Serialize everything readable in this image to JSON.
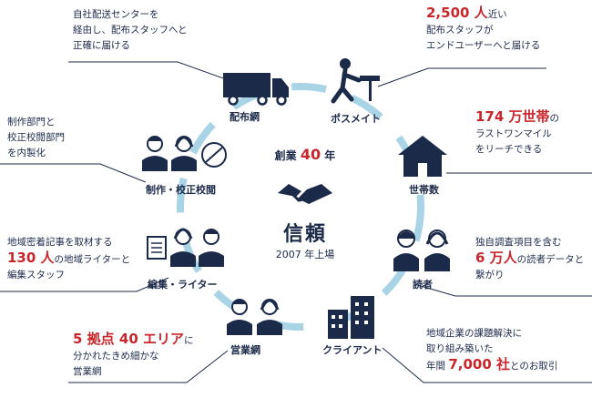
{
  "center": {
    "sogyo_pre": "創業 ",
    "sogyo_num": "40",
    "sogyo_post": " 年",
    "title": "信頼",
    "listing": "2007 年上場"
  },
  "nodes": {
    "haifu": "配布網",
    "posmate": "ポスメイト",
    "setai": "世帯数",
    "dokusha": "読者",
    "client": "クライアント",
    "eigyo": "営業網",
    "henshu": "編集・ライター",
    "seisaku": "制作・校正校閲"
  },
  "annotations": {
    "a1": {
      "line1": "自社配送センターを",
      "line2": "経由し、配布スタッフへと",
      "line3": "正確に届ける"
    },
    "a2": {
      "num": "2,500",
      "unit": " 人",
      "suffix": "近い",
      "line2": "配布スタッフが",
      "line3": "エンドユーザーへと届ける"
    },
    "a3": {
      "num": "174",
      "unit": " 万世帯",
      "suffix": "の",
      "line2": "ラストワンマイル",
      "line3": "をリーチできる"
    },
    "a4": {
      "line1": "独自調査項目を含む",
      "num": "6",
      "unit": " 万人",
      "suffix": "の読者データと",
      "line3": "繋がり"
    },
    "a5": {
      "line1": "地域企業の課題解決に",
      "line2": "取り組み築いた",
      "pre": "年間 ",
      "num": "7,000",
      "unit": " 社",
      "suffix": "とのお取引"
    },
    "a6": {
      "num1": "5",
      "unit1": " 拠点 ",
      "num2": "40",
      "unit2": " エリア",
      "suffix": "に",
      "line2": "分かれたきめ細かな",
      "line3": "営業網"
    },
    "a7": {
      "line1": "地域密着記事を取材する",
      "num": "130",
      "unit": " 人",
      "suffix": "の地域ライターと",
      "line3": "編集スタッフ"
    },
    "a8": {
      "line1": "制作部門と",
      "line2": "校正校閲部門",
      "line3": "を内製化"
    }
  },
  "colors": {
    "navy": "#1c2a4a",
    "red": "#c8262b",
    "ring": "#a9d4e6"
  },
  "icons": [
    "truck-icon",
    "running-person-icon",
    "house-icon",
    "readers-icon",
    "building-icon",
    "sales-staff-icon",
    "editors-icon",
    "production-staff-icon",
    "handshake-icon"
  ]
}
